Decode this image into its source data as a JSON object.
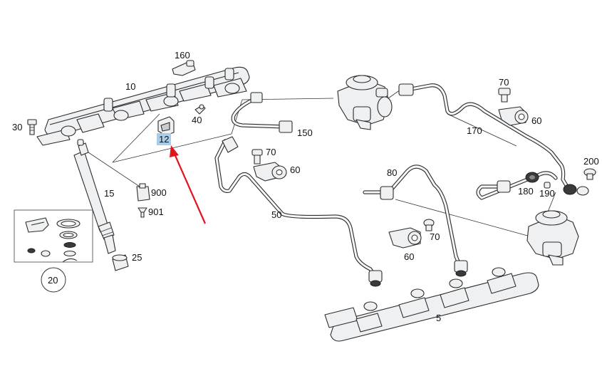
{
  "labels": {
    "p160": "160",
    "p10": "10",
    "p30": "30",
    "p40": "40",
    "p12": "12",
    "p150": "150",
    "p70a": "70",
    "p60a": "60",
    "p15": "15",
    "p900": "900",
    "p901": "901",
    "p25": "25",
    "p20": "20",
    "p50": "50",
    "p80": "80",
    "p70b": "70",
    "p60b": "60",
    "p70c": "70",
    "p60c": "60",
    "p170": "170",
    "p200": "200",
    "p180": "180",
    "p190": "190",
    "p5": "5"
  },
  "colors": {
    "highlight_box": "#a9cde9",
    "arrow": "#e1141b",
    "line": "#2b2b2b"
  },
  "highlighted_part": "12"
}
